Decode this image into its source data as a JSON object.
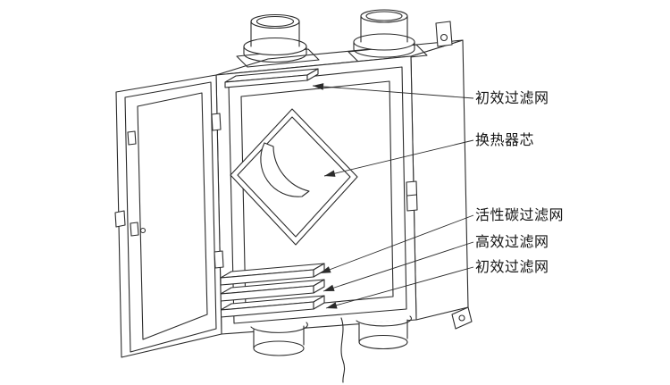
{
  "diagram": {
    "type": "technical-line-drawing",
    "background_color": "#ffffff",
    "line_color": "#2b2b2b"
  },
  "labels": [
    {
      "id": "primary-filter-top",
      "text": "初效过滤网"
    },
    {
      "id": "heat-exchanger-core",
      "text": "换热器芯"
    },
    {
      "id": "activated-carbon-filter",
      "text": "活性碳过滤网"
    },
    {
      "id": "high-efficiency-filter",
      "text": "高效过滤网"
    },
    {
      "id": "primary-filter-bottom",
      "text": "初效过滤网"
    }
  ]
}
